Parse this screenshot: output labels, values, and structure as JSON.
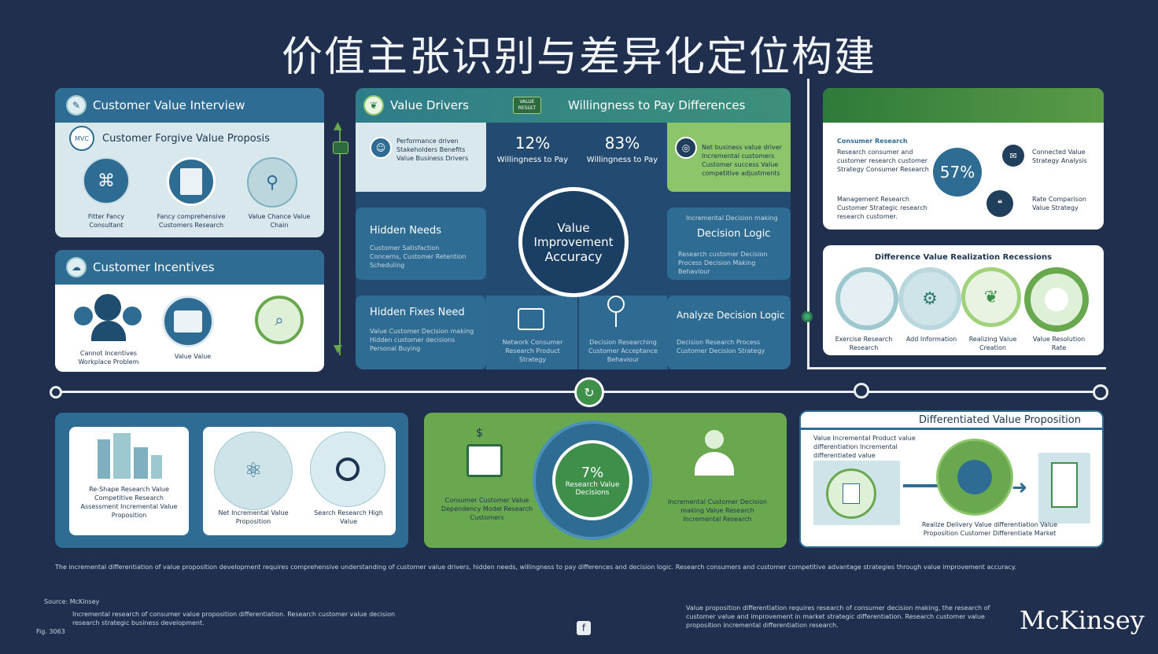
{
  "title": "价值主张识别与差异化定位构建",
  "colors": {
    "background": "#1f2f4d",
    "blue": "#2e6c93",
    "green": "#6aa84f",
    "light_green": "#8cc56a",
    "pale": "#dbeaf0"
  },
  "left_top": {
    "header": "Customer Value Interview",
    "sub_title": "Customer Forgive Value Proposis",
    "sub_icon": "MVC",
    "items": [
      "Fitter Fancy Consultant",
      "Fancy comprehensive Customers Research",
      "Value Chance Value Chain"
    ]
  },
  "left_mid": {
    "header": "Customer Incentives",
    "items": [
      "Cannot Incentives Workplace Problem",
      "Value Value"
    ]
  },
  "center": {
    "header_left": "Value Drivers",
    "header_right": "Willingness to Pay Differences",
    "badge": "VALUE RESULT",
    "hub": [
      "Value",
      "Improvement",
      "Accuracy"
    ],
    "card1_text": "Performance driven Stakeholders Benefits Value Business Drivers",
    "pct_left": "12%",
    "pct_left_label": "Willingness to Pay",
    "pct_right": "83%",
    "pct_right_label": "Willingness to Pay",
    "card2_text": "Net business value driver Incremental customers Customer success Value competitive adjustments",
    "hidden_needs": "Hidden Needs",
    "hidden_needs_text": "Customer Satisfaction Concerns, Customer Retention Scheduling",
    "decision_top": "Incremental Decision making",
    "decision_logic": "Decision Logic",
    "decision_logic_text": "Research customer Decision Process Decision Making Behaviour",
    "hidden_fixes": "Hidden Fixes Need",
    "hidden_fixes_text": "Value Customer Decision making Hidden customer decisions Personal Buying",
    "col_a_text": "Network Consumer Research Product Strategy",
    "col_b_text": "Decision Researching Customer Acceptance Behaviour",
    "analyze": "Analyze Decision Logic",
    "analyze_text": "Decision Research Process Customer Decision Strategy"
  },
  "right_top": {
    "label": "Consumer Research",
    "text": "Research consumer and customer research customer Strategy Consumer Research",
    "pct": "57%",
    "side1": "Connected Value Strategy Analysis",
    "side2": "Rate Comparison Value Strategy",
    "note": "Management Research Customer Strategic research research customer."
  },
  "right_mid": {
    "header": "Difference Value Realization Recessions",
    "items": [
      "Exercise Research Research",
      "Add Information",
      "Realizing Value Creation",
      "Value Resolution Rate"
    ]
  },
  "bottom_left": {
    "card1": "Re-Shape Research Value Competitive Research Assessment Incremental Value Proposition",
    "card2a": "Net Incremental Value Proposition",
    "card2b": "Search Research High Value"
  },
  "bottom_mid": {
    "pct": "7%",
    "pct_label": "Research Value Decisions",
    "left_text": "Consumer Customer Value Dependency Model Research Customers",
    "right_text": "Incremental Customer Decision making Value Research Incremental Research"
  },
  "bottom_right": {
    "header": "Differentiated Value Proposition",
    "text": "Value Incremental Product value differentiation Incremental differentiated value",
    "caption": "Realize Delivery Value differentiation Value Proposition Customer Differentiate Market"
  },
  "footer": {
    "paragraph": "The incremental differentiation of value proposition development requires comprehensive understanding of customer value drivers, hidden needs, willingness to pay differences and decision logic. Research consumers and customer competitive advantage strategies through value improvement accuracy.",
    "source_label": "Source: McKinsey",
    "source_text": "Incremental research of consumer value proposition differentiation. Research customer value decision research strategic business development.",
    "page": "Fig. 3063",
    "right_text": "Value proposition differentiation requires research of consumer decision making, the research of customer value and improvement in market strategic differentiation. Research customer value proposition incremental differentiation research.",
    "brand": "McKinsey"
  }
}
